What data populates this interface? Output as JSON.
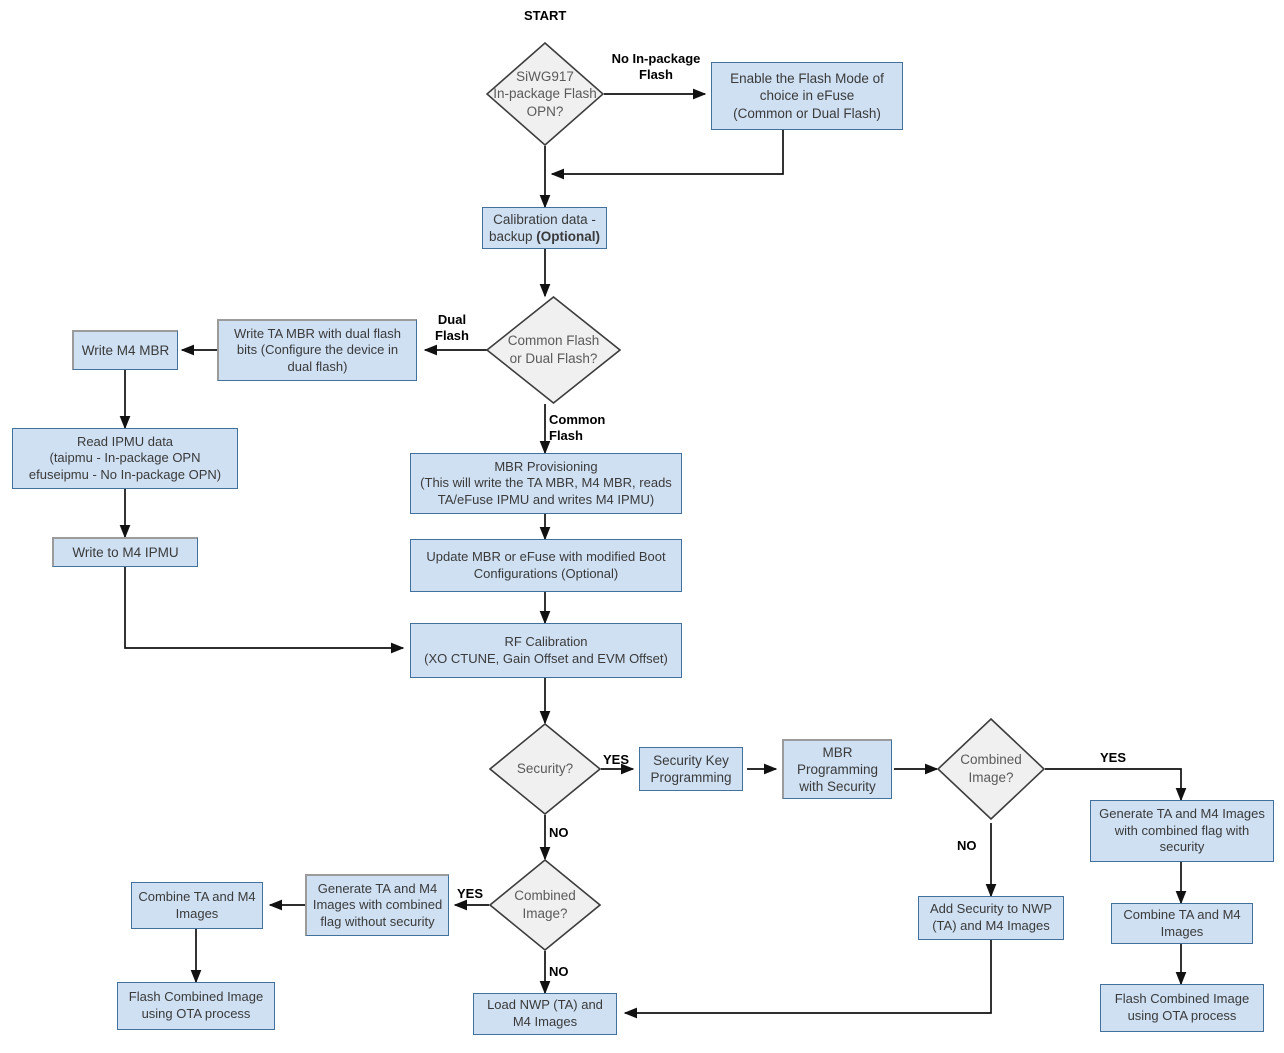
{
  "diagram": {
    "title_label": "START",
    "colors": {
      "process_fill": "#cfe0f3",
      "process_stroke": "#41719c",
      "decision_fill": "#f0f0f0",
      "decision_stroke": "#3c3c3c",
      "line": "#000000",
      "text": "#3a3a3a"
    },
    "nodes": {
      "start_decision": "SiWG917\nIn-package Flash\nOPN?",
      "enable_flash_mode": "Enable the Flash Mode of\nchoice in eFuse\n(Common or Dual Flash)",
      "calibration_backup_a": "Calibration data -",
      "calibration_backup_b": "backup ",
      "calibration_backup_c": "(Optional)",
      "flash_type_decision": "Common Flash\nor Dual Flash?",
      "write_ta_mbr": "Write TA MBR with dual flash\nbits  (Configure the device in\ndual flash)",
      "write_m4_mbr": "Write M4 MBR",
      "read_ipmu": "Read IPMU data\n(taipmu - In-package OPN\nefuseipmu - No In-package OPN)",
      "write_m4_ipmu": "Write to M4 IPMU",
      "mbr_provisioning": "MBR Provisioning\n(This will write the TA MBR, M4 MBR, reads\nTA/eFuse IPMU and writes M4 IPMU)",
      "update_mbr": "Update MBR or eFuse with modified Boot\nConfigurations (Optional)",
      "rf_calibration": "RF Calibration\n(XO CTUNE, Gain Offset and EVM Offset)",
      "security_decision": "Security?",
      "security_key_programming": "Security Key\nProgramming",
      "mbr_programming_security": "MBR\nProgramming\nwith Security",
      "combined_image_secure_decision": "Combined\nImage?",
      "generate_with_security": "Generate TA and M4 Images\nwith combined flag with\nsecurity",
      "combine_images_right": "Combine TA and M4\nImages",
      "flash_combined_right": "Flash Combined Image\nusing OTA process",
      "add_security_nwp": "Add Security to NWP\n(TA) and  M4 Images",
      "combined_image_plain_decision": "Combined\nImage?",
      "generate_without_security": "Generate TA and M4\nImages with combined\nflag without security",
      "combine_images_left": "Combine TA and M4\nImages",
      "flash_combined_left": "Flash Combined Image\nusing OTA process",
      "load_nwp_images": "Load NWP (TA) and\nM4 Images"
    },
    "edge_labels": {
      "no_in_package_flash": "No In-package\nFlash",
      "dual_flash": "Dual\nFlash",
      "common_flash": "Common\nFlash",
      "security_yes": "YES",
      "security_no": "NO",
      "combined_secure_yes": "YES",
      "combined_secure_no": "NO",
      "combined_plain_yes": "YES",
      "combined_plain_no": "NO"
    }
  }
}
